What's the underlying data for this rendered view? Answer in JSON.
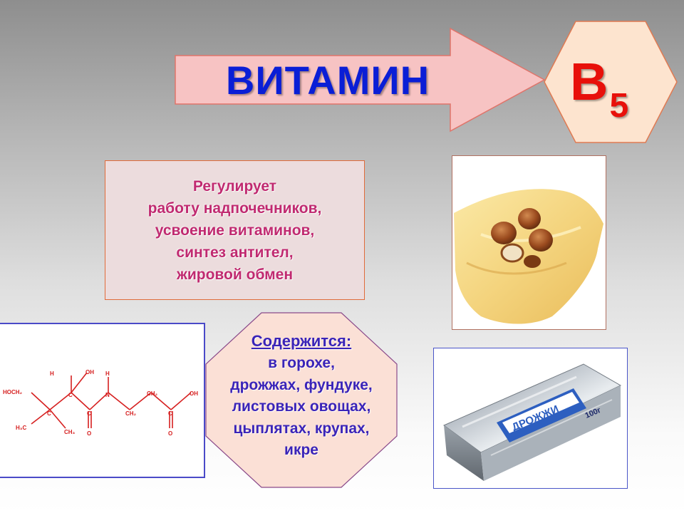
{
  "title": {
    "main": "ВИТАМИН",
    "vitamin_letter": "В",
    "vitamin_subscript": "5"
  },
  "function_box": {
    "lines": [
      "Регулирует",
      "работу надпочечников,",
      "усвоение витаминов,",
      "синтез антител,",
      "жировой обмен"
    ]
  },
  "sources": {
    "title": "Содержится:",
    "lines": [
      "в горохе,",
      "дрожжах, фундуке,",
      "листовых овощах,",
      "цыплятах, крупах,",
      "икре"
    ]
  },
  "molecule": {
    "labels": [
      "H",
      "OH",
      "H",
      "HOCH₂",
      "C",
      "N",
      "CH₂",
      "CH₂",
      "C",
      "OH",
      "H₃C",
      "C",
      "CH₃",
      "C",
      "O",
      "O"
    ]
  },
  "yeast_package": {
    "brand": "ДРОЖЖИ",
    "weight": "100г"
  },
  "colors": {
    "title_blue": "#0a1ed6",
    "vitamin_red": "#e8100a",
    "arrow_fill": "#f7c3c3",
    "hex_fill": "#fde4cf",
    "function_text": "#c02a70",
    "sources_text": "#3a24b8",
    "molecule_red": "#d62020"
  }
}
